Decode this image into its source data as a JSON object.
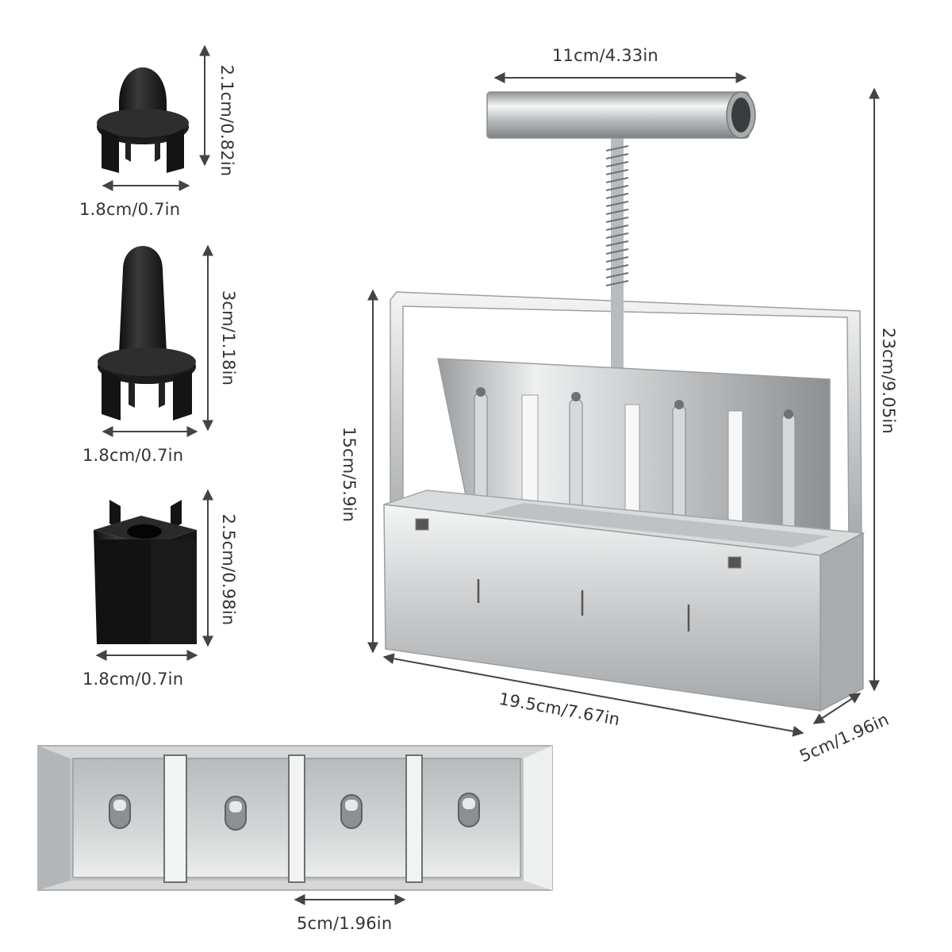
{
  "colors": {
    "background": "#ffffff",
    "dimension_line": "#444444",
    "label_text": "#333333",
    "steel_light": "#e8e9ea",
    "steel_mid": "#c4c6c8",
    "steel_dark": "#8f9294",
    "plastic": "#1b1b1b"
  },
  "labels": {
    "handle_width": "11cm/4.33in",
    "total_height": "23cm/9.05in",
    "box_height": "15cm/5.9in",
    "box_length": "19.5cm/7.67in",
    "box_depth": "5cm/1.96in",
    "small_insert_height": "2.1cm/0.82in",
    "small_insert_width": "1.8cm/0.7in",
    "tall_insert_height": "3cm/1.18in",
    "tall_insert_width": "1.8cm/0.7in",
    "square_insert_height": "2.5cm/0.98in",
    "square_insert_width": "1.8cm/0.7in",
    "cell_width": "5cm/1.96in"
  },
  "icons": {
    "small_insert": "dome-peg-insert-icon",
    "tall_insert": "tall-peg-insert-icon",
    "square_insert": "square-block-insert-icon",
    "press": "soil-block-press-icon",
    "tray": "four-cell-tray-icon"
  }
}
